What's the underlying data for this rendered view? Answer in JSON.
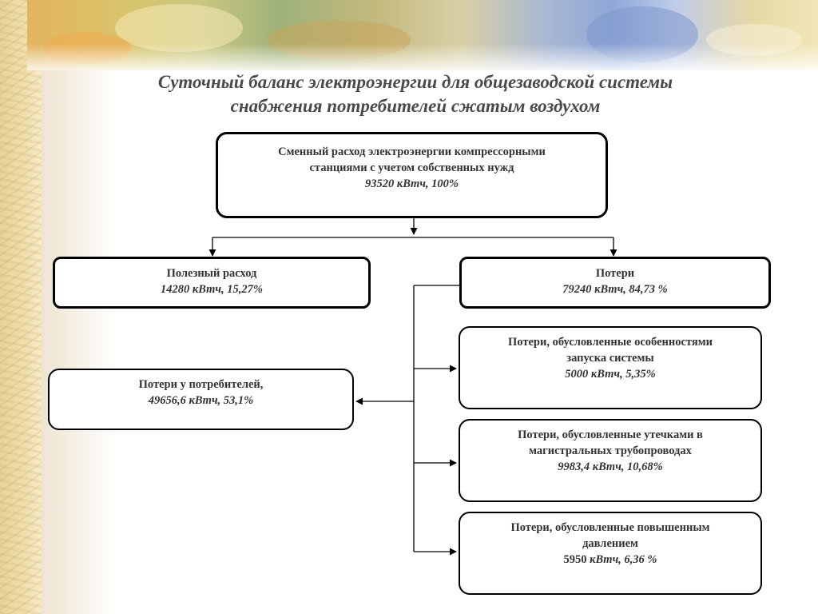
{
  "title": {
    "line1": "Суточный баланс электроэнергии для общезаводской системы",
    "line2": "снабжения потребителей сжатым воздухом"
  },
  "nodes": {
    "root": {
      "line1": "Сменный расход электроэнергии компрессорными",
      "line2": "станциями с учетом собственных нужд",
      "value": "93520 кВтч, 100%"
    },
    "useful": {
      "label": "Полезный расход",
      "value": "14280 кВтч, 15,27%"
    },
    "losses": {
      "label": "Потери",
      "value": "79240 кВтч, 84,73 %"
    },
    "consumer_losses": {
      "label": "Потери у потребителей,",
      "value": "49656,6 кВтч, 53,1%"
    },
    "startup_losses": {
      "line1": "Потери, обусловленные особенностями",
      "line2": "запуска системы",
      "value": "5000 кВтч, 5,35%"
    },
    "leak_losses": {
      "line1": "Потери, обусловленные утечками в",
      "line2": "магистральных трубопроводах",
      "value": "9983,4 кВтч, 10,68%"
    },
    "pressure_losses": {
      "line1": "Потери, обусловленные повышенным",
      "line2": "давлением",
      "value_num": "5950",
      "value_rest": " кВтч, 6,36 %"
    }
  }
}
